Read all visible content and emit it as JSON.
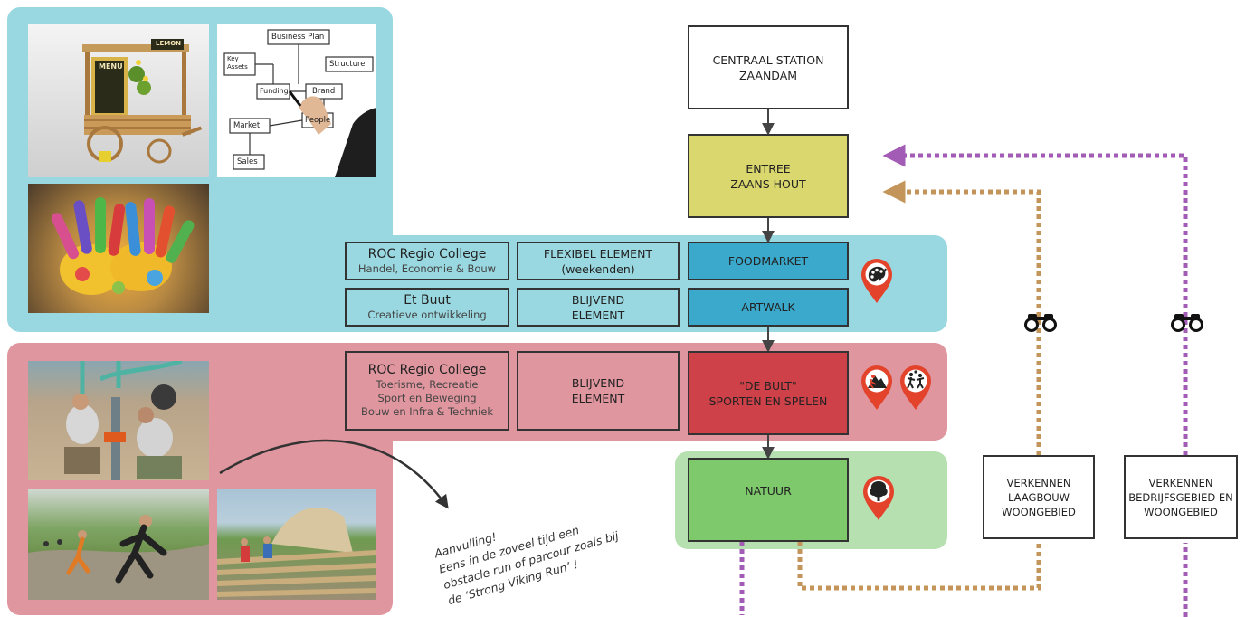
{
  "flow": {
    "station": [
      "CENTRAAL STATION",
      "ZAANDAM"
    ],
    "entree": [
      "ENTREE",
      "ZAANS HOUT"
    ],
    "foodmarket": "FOODMARKET",
    "artwalk": "ARTWALK",
    "bult": [
      "\"DE BULT\"",
      "SPORTEN EN SPELEN"
    ],
    "natuur": "NATUUR"
  },
  "left_boxes": {
    "roc1": {
      "title": "ROC Regio College",
      "sub": "Handel, Economie & Bouw"
    },
    "flex": {
      "line1": "FLEXIBEL ELEMENT",
      "line2": "(weekenden)"
    },
    "etbuut": {
      "title": "Et Buut",
      "sub": "Creatieve ontwikkeling"
    },
    "blijvend1": {
      "line1": "BLIJVEND",
      "line2": "ELEMENT"
    },
    "roc2": {
      "title": "ROC Regio College",
      "sub1": "Toerisme, Recreatie",
      "sub2": "Sport en Beweging",
      "sub3": "Bouw en Infra & Techniek"
    },
    "blijvend2": {
      "line1": "BLIJVEND",
      "line2": "ELEMENT"
    }
  },
  "right_boxes": {
    "laagbouw": [
      "VERKENNEN",
      "LAAGBOUW",
      "WOONGEBIED"
    ],
    "bedrijf": [
      "VERKENNEN",
      "BEDRIJFSGEBIED EN",
      "WOONGEBIED"
    ]
  },
  "images": {
    "lemon_cart": {
      "menu": "MENU",
      "lemon": "LEMON"
    },
    "business_plan": {
      "business_plan": "Business Plan",
      "key_assets": "Key Assets",
      "structure": "Structure",
      "funding": "Funding",
      "brand": "Brand",
      "market": "Market",
      "people": "People",
      "sales": "Sales"
    }
  },
  "annotation": [
    "Aanvulling!",
    "Eens in de zoveel tijd een",
    "obstacle run of parcour zoals bij",
    "de ‘Strong Viking Run’ !"
  ],
  "colors": {
    "panel_blue": "#99d8e0",
    "panel_pink": "#e0969e",
    "panel_green": "#b6e0b0",
    "entree": "#d9d76d",
    "market_blue": "#3aa9cc",
    "bult_red": "#cf4149",
    "natuur_green": "#7ec96b",
    "purple_path": "#a25cb5",
    "tan_path": "#c4955a",
    "pin_red": "#e4432b"
  },
  "icons": {
    "food_art": "palette-icon",
    "sport1": "hiking-icon",
    "sport2": "playing-children-icon",
    "nature": "tree-icon",
    "view": "binoculars-icon"
  }
}
